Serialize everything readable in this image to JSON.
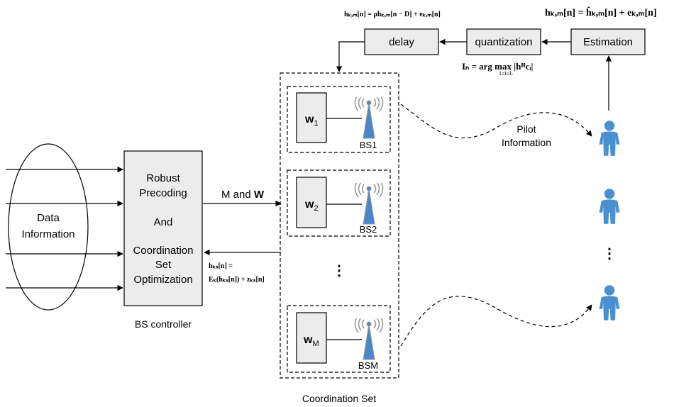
{
  "data_source": {
    "label_line1": "Data",
    "label_line2": "Information"
  },
  "controller": {
    "lines": [
      "Robust",
      "Precoding",
      "And",
      "Coordination",
      "Set",
      "Optimization"
    ],
    "caption": "BS controller"
  },
  "link_label": {
    "prefix": "M and ",
    "bold": "W"
  },
  "coordination_set": {
    "caption": "Coordination Set",
    "stations": [
      {
        "w": "w",
        "sub": "1",
        "bs": "BS1"
      },
      {
        "w": "w",
        "sub": "2",
        "bs": "BS2"
      },
      {
        "w": "w",
        "sub": "M",
        "bs": "BSM"
      }
    ],
    "ellipsis": "⋮"
  },
  "blocks": {
    "delay": "delay",
    "quantization": "quantization",
    "estimation": "Estimation"
  },
  "pilot": {
    "line1": "Pilot",
    "line2": "Information"
  },
  "users_ellipsis": "⋮",
  "equations": {
    "delay_eq": "hₖ,ₘ[n] = ρhₖ,ₘ[n − D] + eₖ,ₘ[n]",
    "estimation_eq": "hₖ,ₘ[n] = ĥₖ,ₘ[n] + eₖ,ₘ[n]",
    "quantization_eq": "Iₙ = arg max |hᴴcᵢ|",
    "quantization_sub": "1≤i≤L",
    "feedback_eq1": "hₖₛ[n] =",
    "feedback_eq2": "Eₖ(hₖₛ[n]) + zₖₛ[n]"
  },
  "colors": {
    "user": "#4a8fd0",
    "antenna": "#4a86c8",
    "block_fill": "#ececec"
  }
}
